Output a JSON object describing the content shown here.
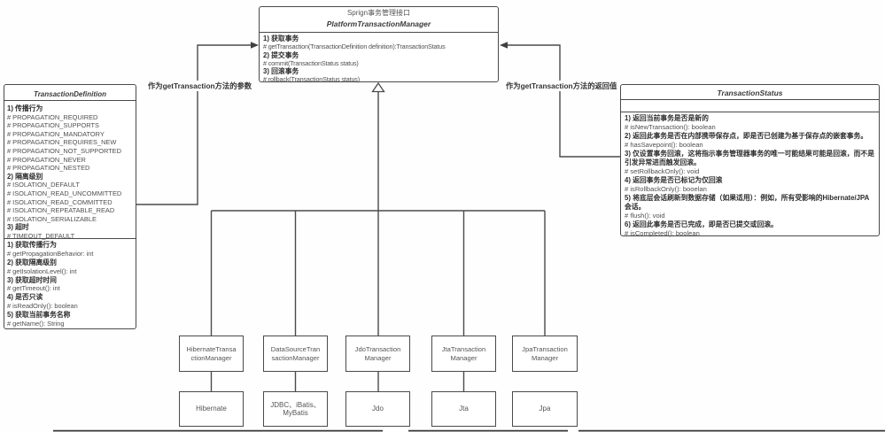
{
  "colors": {
    "line": "#4a4a4a",
    "arrow_fill": "#3f3f3f",
    "text_strong": "#2d2d2d",
    "text_muted": "#4f4f4f"
  },
  "top_class": {
    "header": "Sprign事务管理接口",
    "name": "PlatformTransactionManager",
    "lines": [
      {
        "text": "1) 获取事务"
      },
      {
        "text": "# getTransaction(TransactionDefinition definition):TransactionStatus"
      },
      {
        "text": "2) 提交事务"
      },
      {
        "text": "# commit(TransactionStatus status)"
      },
      {
        "text": "3) 回滚事务"
      },
      {
        "text": "# rollback(TransactionStatus status)"
      }
    ]
  },
  "definition_class": {
    "name": "TransactionDefinition",
    "fields": [
      {
        "text": "1) 传播行为"
      },
      {
        "text": "# PROPAGATION_REQUIRED"
      },
      {
        "text": "# PROPAGATION_SUPPORTS"
      },
      {
        "text": "# PROPAGATION_MANDATORY"
      },
      {
        "text": "# PROPAGATION_REQUIRES_NEW"
      },
      {
        "text": "# PROPAGATION_NOT_SUPPORTED"
      },
      {
        "text": "# PROPAGATION_NEVER"
      },
      {
        "text": "# PROPAGATION_NESTED"
      },
      {
        "text": "2) 隔离级别"
      },
      {
        "text": "# ISOLATION_DEFAULT"
      },
      {
        "text": "# ISOLATION_READ_UNCOMMITTED"
      },
      {
        "text": "# ISOLATION_READ_COMMITTED"
      },
      {
        "text": "# ISOLATION_REPEATABLE_READ"
      },
      {
        "text": "# ISOLATION_SERIALIZABLE"
      },
      {
        "text": "3) 超时"
      },
      {
        "text": "# TIMEOUT_DEFAULT"
      }
    ],
    "methods": [
      {
        "text": "1) 获取传播行为"
      },
      {
        "text": "# getPropagationBehavior: int"
      },
      {
        "text": "2) 获取隔离级别"
      },
      {
        "text": "# getIsolationLevel(): int"
      },
      {
        "text": "3) 获取超时时间"
      },
      {
        "text": "# getTimeout(): int"
      },
      {
        "text": "4) 是否只读"
      },
      {
        "text": "# isReadOnly(): boolean"
      },
      {
        "text": "5) 获取当前事务名称"
      },
      {
        "text": "# getName(): String"
      }
    ]
  },
  "status_class": {
    "name": "TransactionStatus",
    "lines": [
      {
        "text": "1) 返回当前事务是否是新的"
      },
      {
        "text": "# isNewTransaction(): boolean"
      },
      {
        "text": "2) 返回此事务是否在内部携带保存点，即是否已创建为基于保存点的嵌套事务。"
      },
      {
        "text": "# hasSavepoint(): boolean"
      },
      {
        "text": "3) 仅设置事务回滚，这将指示事务管理器事务的唯一可能结果可能是回滚，而不是引发异常进而触发回滚。"
      },
      {
        "text": "# setRollbackOnly(): void"
      },
      {
        "text": "4) 返回事务是否已标记为仅回滚"
      },
      {
        "text": "# isRollbackOnly(): booelan"
      },
      {
        "text": "5) 将底层会话刷新到数据存储（如果适用）：例如，所有受影响的Hibernate/JPA会话。"
      },
      {
        "text": "# flush(): void"
      },
      {
        "text": "6) 返回此事务是否已完成，即是否已提交或回滚。"
      },
      {
        "text": "# isCompleted(): boolean"
      }
    ]
  },
  "edge_labels": {
    "parameter": "作为getTransaction方法的参数",
    "return": "作为getTransaction方法的返回值"
  },
  "implementations": [
    {
      "manager": [
        "HibernateTransa",
        "ctionManager"
      ],
      "tech": [
        "Hibernate"
      ]
    },
    {
      "manager": [
        "DataSourceTran",
        "sactionManager"
      ],
      "tech": [
        "JDBC、iBatis、",
        "MyBatis"
      ]
    },
    {
      "manager": [
        "JdoTransaction",
        "Manager"
      ],
      "tech": [
        "Jdo"
      ]
    },
    {
      "manager": [
        "JtaTransaction",
        "Manager"
      ],
      "tech": [
        "Jta"
      ]
    },
    {
      "manager": [
        "JpaTransaction",
        "Manager"
      ],
      "tech": [
        "Jpa"
      ]
    }
  ]
}
